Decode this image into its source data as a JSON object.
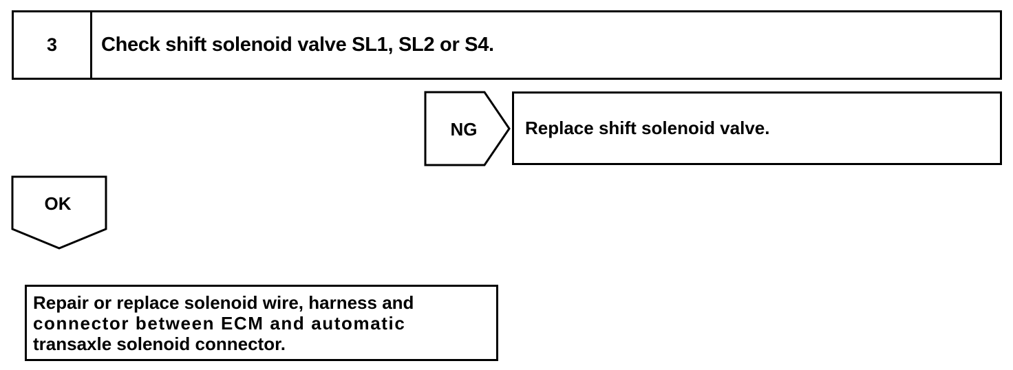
{
  "step": {
    "number": "3",
    "title": "Check shift solenoid valve SL1, SL2 or S4."
  },
  "ng_branch": {
    "label": "NG",
    "result": "Replace shift solenoid valve."
  },
  "ok_branch": {
    "label": "OK"
  },
  "ok_result": {
    "lines": [
      "Repair or replace solenoid wire, harness and",
      "connector between ECM and automatic",
      "transaxle solenoid connector."
    ]
  }
}
